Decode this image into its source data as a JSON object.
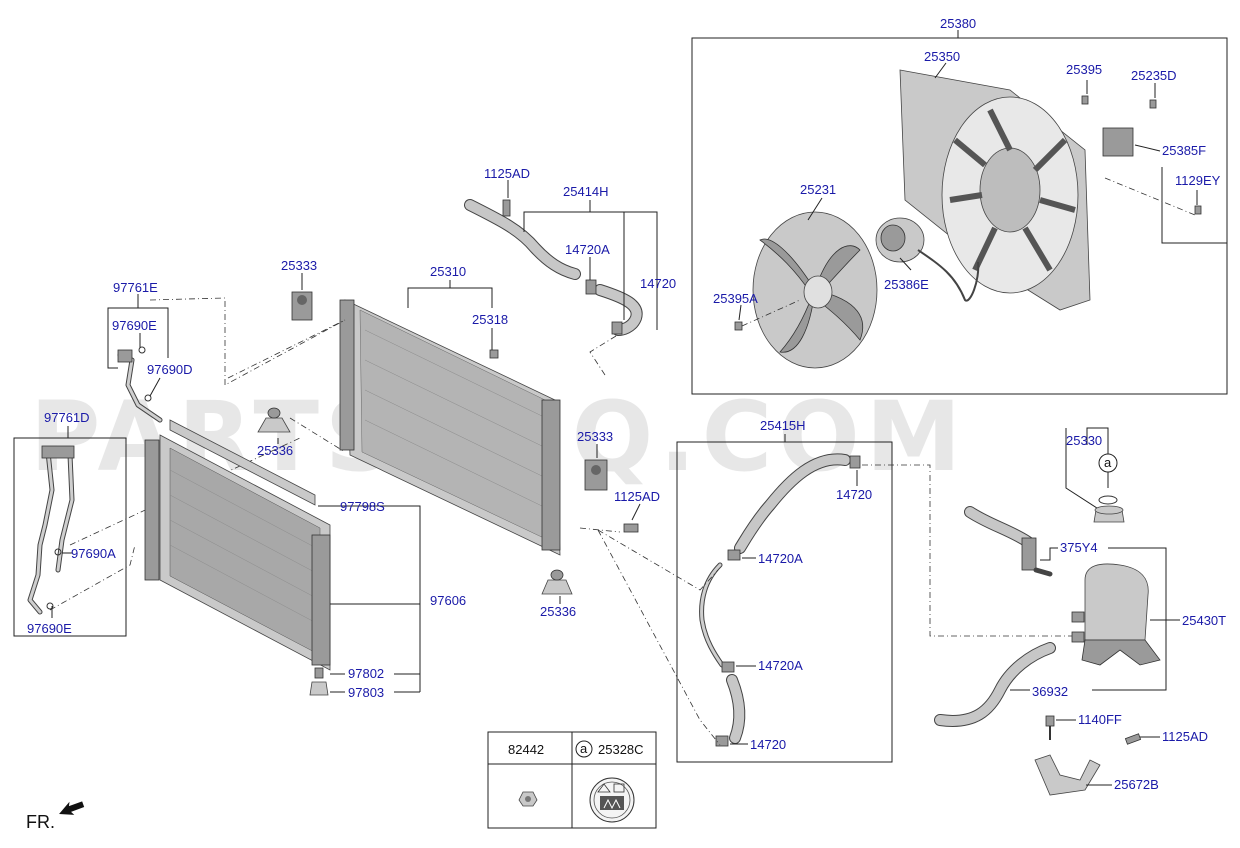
{
  "watermark": "PARTSOUQ.COM",
  "orientation_label": "FR.",
  "labels": {
    "p25380": "25380",
    "p25350": "25350",
    "p25395": "25395",
    "p25235D": "25235D",
    "p25385F": "25385F",
    "p1129EY": "1129EY",
    "p25231": "25231",
    "p25386E": "25386E",
    "p25395A": "25395A",
    "p1125AD_a": "1125AD",
    "p25414H": "25414H",
    "p14720A_a": "14720A",
    "p14720_a": "14720",
    "p25310": "25310",
    "p25318": "25318",
    "p25333_a": "25333",
    "p25336_a": "25336",
    "p25333_b": "25333",
    "p1125AD_b": "1125AD",
    "p25336_b": "25336",
    "p97761E": "97761E",
    "p97690E_a": "97690E",
    "p97690D": "97690D",
    "p97761D": "97761D",
    "p97690A": "97690A",
    "p97690E_b": "97690E",
    "p97798S": "97798S",
    "p97606": "97606",
    "p97802": "97802",
    "p97803": "97803",
    "p25415H": "25415H",
    "p14720_b": "14720",
    "p14720A_b": "14720A",
    "p14720A_c": "14720A",
    "p14720_c": "14720",
    "p25330": "25330",
    "p375Y4": "375Y4",
    "p25430T": "25430T",
    "p36932": "36932",
    "p1140FF": "1140FF",
    "p1125AD_c": "1125AD",
    "p25672B": "25672B"
  },
  "callout_letter": "a",
  "legend_table": {
    "col1_header": "82442",
    "col2_marker": "a",
    "col2_header": "25328C"
  }
}
